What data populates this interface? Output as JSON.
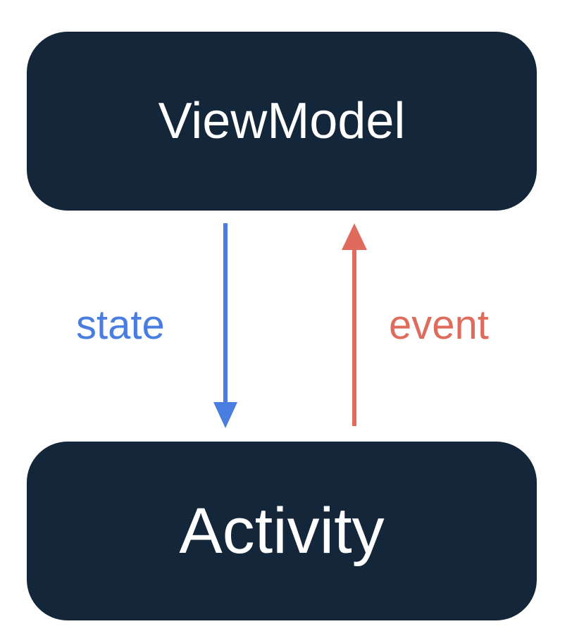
{
  "diagram": {
    "nodes": {
      "viewmodel": {
        "label": "ViewModel"
      },
      "activity": {
        "label": "Activity"
      }
    },
    "edges": {
      "state": {
        "label": "state",
        "from": "ViewModel",
        "to": "Activity"
      },
      "event": {
        "label": "event",
        "from": "Activity",
        "to": "ViewModel"
      }
    }
  },
  "colors": {
    "node_fill": "#14273a",
    "node_text": "#ffffff",
    "state_color": "#4a7de0",
    "event_color": "#df6b5c",
    "background": "#ffffff"
  }
}
